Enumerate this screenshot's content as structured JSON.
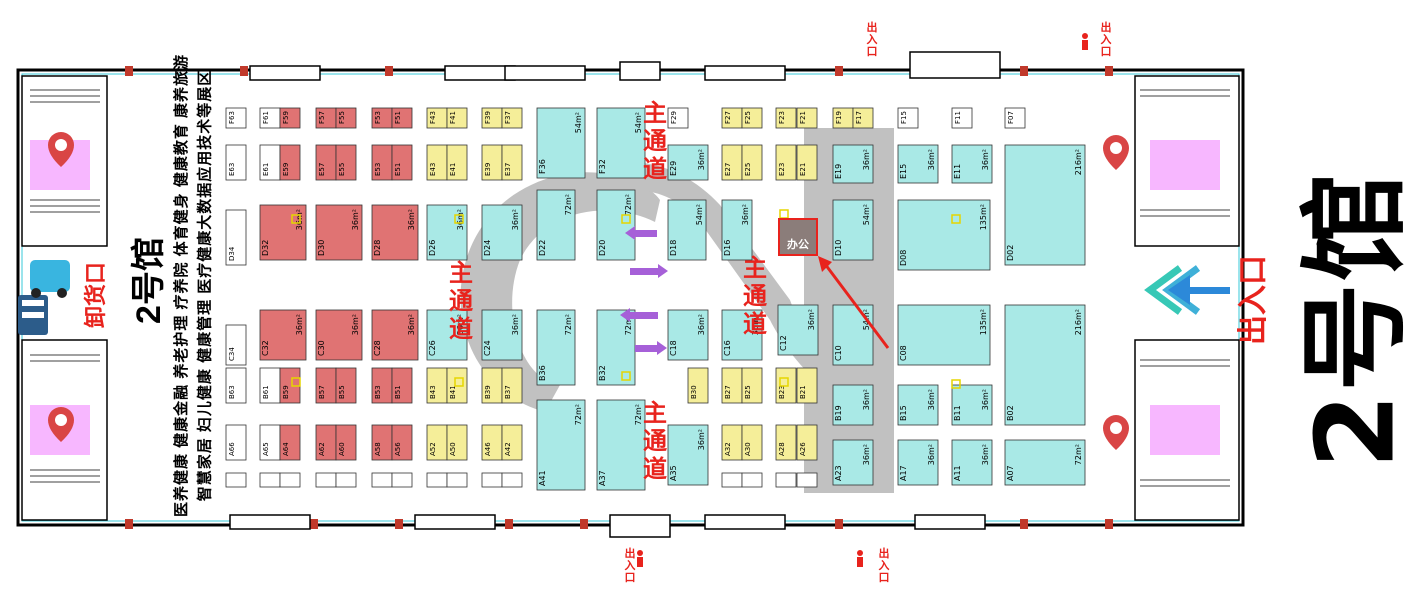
{
  "hall": {
    "title": "2号馆",
    "mini_title": "2号馆",
    "entrance_label": "出入口",
    "unload_label": "卸货口",
    "office_label": "办公"
  },
  "exits": {
    "top_right": "出入口",
    "top_mid": "出入口",
    "bottom_left": "出入口",
    "bottom_mid": "出入口"
  },
  "aisle_label": "主通道",
  "zones": [
    "医养健康  健康金融  养老护理  疗养院  体育健身  健康教育  康养旅游",
    "智慧家居  妇儿健康  健康管理  医疗健康大数据应用技术等展区"
  ],
  "colors": {
    "red": "#e07373",
    "yellow": "#f5ee99",
    "cyan": "#a9e9e6",
    "white": "#ffffff",
    "accent": "#e8231d",
    "purple": "#a660d8",
    "arrow_blue": "#2c89d9"
  },
  "booths": {
    "top_row": [
      {
        "id": "F63",
        "c": "white"
      },
      {
        "id": "F61",
        "c": "white"
      },
      {
        "id": "F59",
        "c": "red"
      },
      {
        "id": "F57",
        "c": "red"
      },
      {
        "id": "F55",
        "c": "red"
      },
      {
        "id": "F53",
        "c": "red"
      },
      {
        "id": "F51",
        "c": "red"
      },
      {
        "id": "F43",
        "c": "yellow"
      },
      {
        "id": "F41",
        "c": "yellow"
      },
      {
        "id": "F39",
        "c": "yellow"
      },
      {
        "id": "F37",
        "c": "yellow"
      },
      {
        "id": "F29",
        "c": "white"
      },
      {
        "id": "F27",
        "c": "yellow"
      },
      {
        "id": "F25",
        "c": "yellow"
      },
      {
        "id": "F23",
        "c": "yellow"
      },
      {
        "id": "F21",
        "c": "yellow"
      },
      {
        "id": "F19",
        "c": "yellow"
      },
      {
        "id": "F17",
        "c": "yellow"
      },
      {
        "id": "F15",
        "c": "white"
      },
      {
        "id": "F11",
        "c": "white"
      },
      {
        "id": "F07",
        "c": "white"
      }
    ],
    "second_row": [
      {
        "id": "E63",
        "c": "white"
      },
      {
        "id": "E61",
        "c": "white"
      },
      {
        "id": "E59",
        "c": "red"
      },
      {
        "id": "E57",
        "c": "red"
      },
      {
        "id": "E55",
        "c": "red"
      },
      {
        "id": "E53",
        "c": "red"
      },
      {
        "id": "E51",
        "c": "red"
      },
      {
        "id": "E43",
        "c": "yellow"
      },
      {
        "id": "E41",
        "c": "yellow"
      },
      {
        "id": "E39",
        "c": "yellow"
      },
      {
        "id": "E37",
        "c": "yellow"
      },
      {
        "id": "E27",
        "c": "yellow"
      },
      {
        "id": "E25",
        "c": "yellow"
      },
      {
        "id": "E23",
        "c": "yellow"
      },
      {
        "id": "E21",
        "c": "yellow"
      }
    ],
    "large_top": [
      {
        "id": "F36",
        "area": "54m²"
      },
      {
        "id": "F32",
        "area": "54m²"
      },
      {
        "id": "E29",
        "area": "36m²"
      },
      {
        "id": "E19",
        "area": "36m²"
      },
      {
        "id": "E15",
        "area": "36m²"
      },
      {
        "id": "E11",
        "area": "36m²"
      },
      {
        "id": "D22",
        "area": "72m²"
      },
      {
        "id": "D20",
        "area": "72m²"
      },
      {
        "id": "D18",
        "area": "54m²"
      },
      {
        "id": "D16",
        "area": "36m²"
      },
      {
        "id": "D10",
        "area": "54m²"
      },
      {
        "id": "D08",
        "area": "135m²"
      },
      {
        "id": "D02",
        "area": "216m²"
      }
    ],
    "red_large_top": [
      {
        "id": "D32",
        "area": "36m²"
      },
      {
        "id": "D30",
        "area": "36m²"
      },
      {
        "id": "D28",
        "area": "36m²"
      }
    ],
    "mid_small_top": [
      {
        "id": "D26",
        "area": "36m²"
      },
      {
        "id": "D24",
        "area": "36m²"
      },
      {
        "id": "D34",
        "area": ""
      }
    ],
    "red_large_bottom": [
      {
        "id": "C32",
        "area": "36m²"
      },
      {
        "id": "C30",
        "area": "36m²"
      },
      {
        "id": "C28",
        "area": "36m²"
      }
    ],
    "mid_small_bottom": [
      {
        "id": "C26",
        "area": "36m²"
      },
      {
        "id": "C24",
        "area": "36m²"
      },
      {
        "id": "C34",
        "area": ""
      }
    ],
    "large_bottom": [
      {
        "id": "B36",
        "area": "72m²"
      },
      {
        "id": "B32",
        "area": "72m²"
      },
      {
        "id": "C18",
        "area": "36m²"
      },
      {
        "id": "C16",
        "area": "36m²"
      },
      {
        "id": "C12",
        "area": "36m²"
      },
      {
        "id": "C10",
        "area": "54m²"
      },
      {
        "id": "C08",
        "area": "135m²"
      },
      {
        "id": "B02",
        "area": "216m²"
      },
      {
        "id": "B19",
        "area": "36m²"
      },
      {
        "id": "B15",
        "area": "36m²"
      },
      {
        "id": "B11",
        "area": "36m²"
      }
    ],
    "row_b_small": [
      {
        "id": "B63",
        "c": "white"
      },
      {
        "id": "B61",
        "c": "white"
      },
      {
        "id": "B59",
        "c": "red"
      },
      {
        "id": "B57",
        "c": "red"
      },
      {
        "id": "B55",
        "c": "red"
      },
      {
        "id": "B53",
        "c": "red"
      },
      {
        "id": "B51",
        "c": "red"
      },
      {
        "id": "B43",
        "c": "yellow"
      },
      {
        "id": "B41",
        "c": "yellow"
      },
      {
        "id": "B39",
        "c": "yellow"
      },
      {
        "id": "B37",
        "c": "yellow"
      },
      {
        "id": "B30",
        "c": "yellow"
      },
      {
        "id": "B27",
        "c": "yellow"
      },
      {
        "id": "B25",
        "c": "yellow"
      },
      {
        "id": "B23",
        "c": "yellow"
      },
      {
        "id": "B21",
        "c": "yellow"
      }
    ],
    "row_a_small": [
      {
        "id": "A66",
        "c": "white"
      },
      {
        "id": "A65",
        "c": "white"
      },
      {
        "id": "A64",
        "c": "red"
      },
      {
        "id": "A62",
        "c": "red"
      },
      {
        "id": "A60",
        "c": "red"
      },
      {
        "id": "A58",
        "c": "red"
      },
      {
        "id": "A56",
        "c": "red"
      },
      {
        "id": "A52",
        "c": "yellow"
      },
      {
        "id": "A50",
        "c": "yellow"
      },
      {
        "id": "A46",
        "c": "yellow"
      },
      {
        "id": "A42",
        "c": "yellow"
      },
      {
        "id": "A32",
        "c": "yellow"
      },
      {
        "id": "A30",
        "c": "yellow"
      },
      {
        "id": "A28",
        "c": "yellow"
      },
      {
        "id": "A26",
        "c": "yellow"
      }
    ],
    "large_a": [
      {
        "id": "A41",
        "area": "72m²"
      },
      {
        "id": "A37",
        "area": "72m²"
      },
      {
        "id": "A35",
        "area": "36m²"
      },
      {
        "id": "A23",
        "area": "36m²"
      },
      {
        "id": "A17",
        "area": "36m²"
      },
      {
        "id": "A11",
        "area": "36m²"
      },
      {
        "id": "A07",
        "area": "72m²"
      }
    ]
  }
}
